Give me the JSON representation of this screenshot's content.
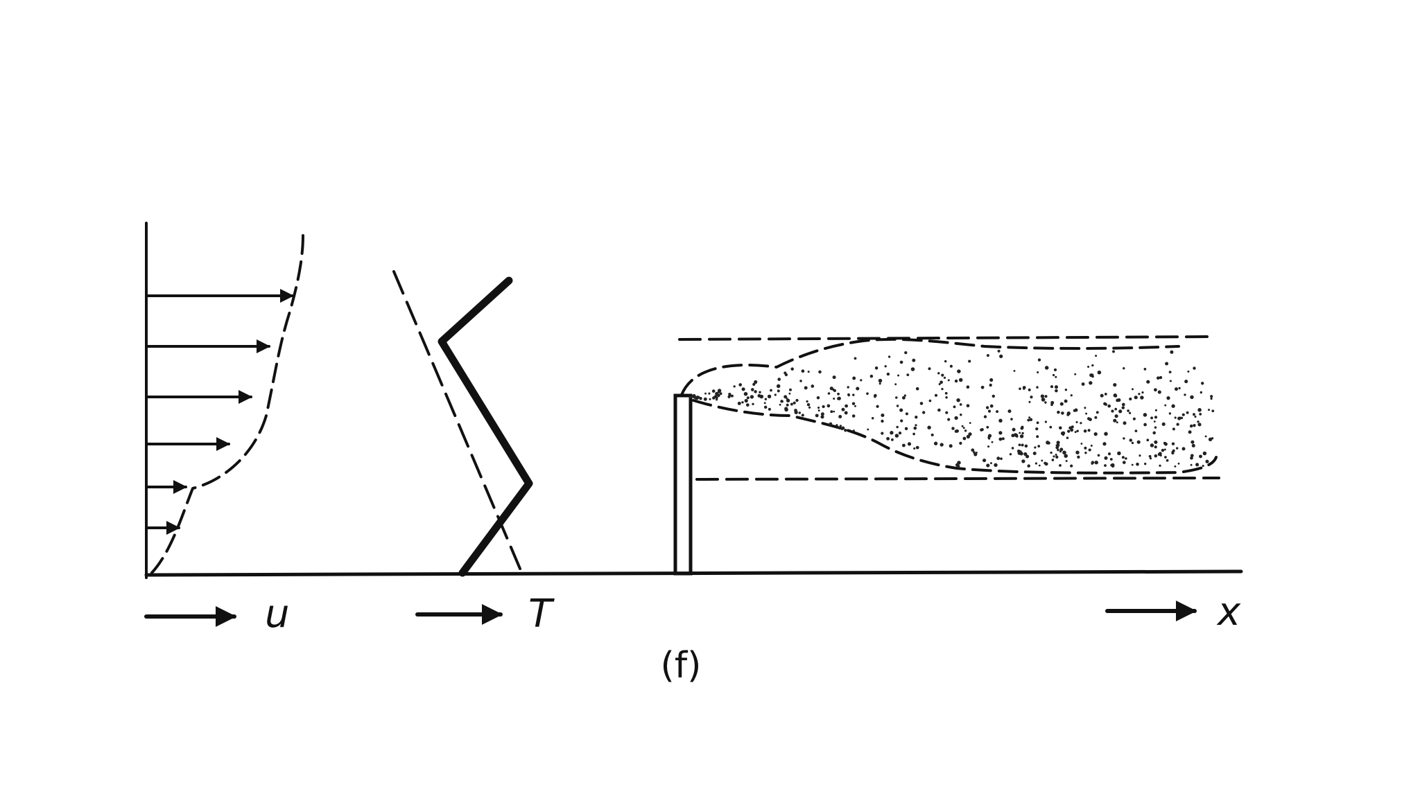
{
  "labels": {
    "velocity": "u",
    "temperature": "T",
    "distance": "x",
    "caption": "(f)"
  }
}
